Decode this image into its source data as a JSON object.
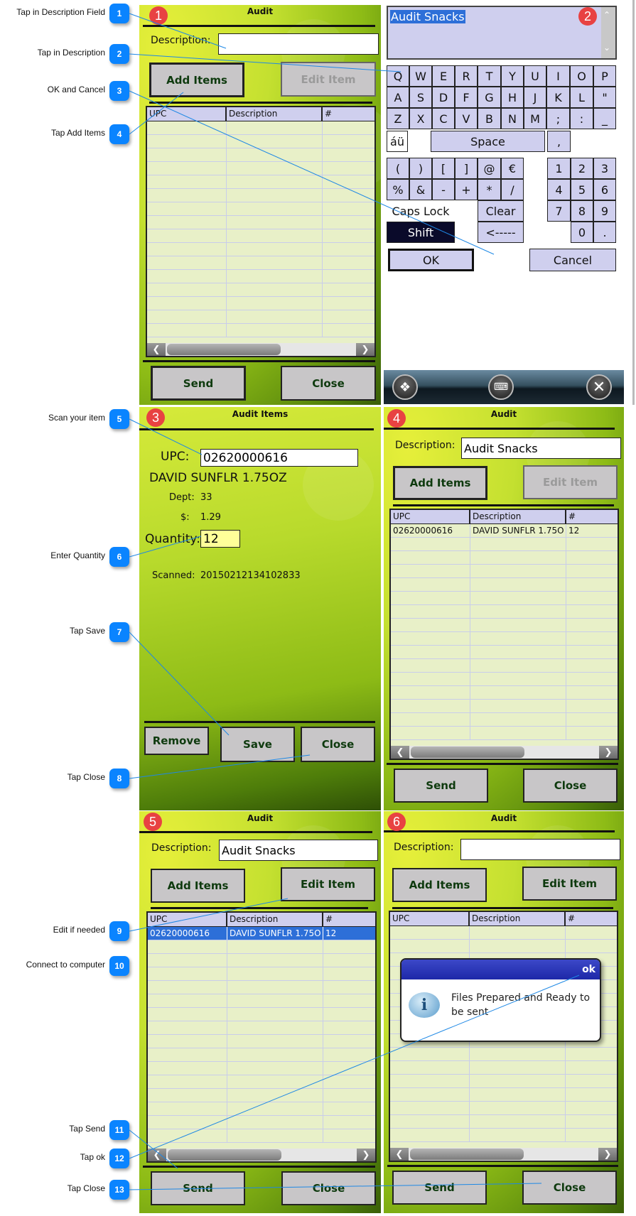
{
  "callouts": [
    {
      "n": "1",
      "label": "Tap in Description Field"
    },
    {
      "n": "2",
      "label": "Tap in Description"
    },
    {
      "n": "3",
      "label": "OK and Cancel"
    },
    {
      "n": "4",
      "label": "Tap Add Items"
    },
    {
      "n": "5",
      "label": "Scan your item"
    },
    {
      "n": "6",
      "label": "Enter Quantity"
    },
    {
      "n": "7",
      "label": "Tap Save"
    },
    {
      "n": "8",
      "label": "Tap Close"
    },
    {
      "n": "9",
      "label": "Edit if needed"
    },
    {
      "n": "10",
      "label": "Connect to computer"
    },
    {
      "n": "11",
      "label": "Tap Send"
    },
    {
      "n": "12",
      "label": "Tap ok"
    },
    {
      "n": "13",
      "label": "Tap Close"
    }
  ],
  "steps": [
    "1",
    "2",
    "3",
    "4",
    "5",
    "6"
  ],
  "audit_screen": {
    "title": "Audit",
    "description_label": "Description:",
    "add_items": "Add Items",
    "edit_item": "Edit Item",
    "send": "Send",
    "close": "Close",
    "columns": [
      "UPC",
      "Description",
      "#"
    ]
  },
  "screen1": {
    "description_value": ""
  },
  "screen4": {
    "description_value": "Audit Snacks",
    "rows": [
      [
        "02620000616",
        "DAVID SUNFLR 1.75O",
        "12"
      ]
    ]
  },
  "screen5": {
    "description_value": "Audit Snacks",
    "rows": [
      [
        "02620000616",
        "DAVID SUNFLR 1.75O",
        "12"
      ]
    ],
    "selected_row": 0
  },
  "screen6": {
    "description_value": ""
  },
  "keyboard": {
    "text_value": "Audit Snacks",
    "row1": [
      "Q",
      "W",
      "E",
      "R",
      "T",
      "Y",
      "U",
      "I",
      "O",
      "P"
    ],
    "row2": [
      "A",
      "S",
      "D",
      "F",
      "G",
      "H",
      "J",
      "K",
      "L",
      "\""
    ],
    "row3": [
      "Z",
      "X",
      "C",
      "V",
      "B",
      "N",
      "M",
      ";",
      ":",
      "_"
    ],
    "accents": "áü",
    "space": "Space",
    "comma": ",",
    "sym1": [
      "(",
      ")",
      "[",
      "]",
      "@",
      "€"
    ],
    "sym2": [
      "%",
      "&",
      "-",
      "+",
      "*",
      "/"
    ],
    "num": [
      "1",
      "2",
      "3",
      "4",
      "5",
      "6",
      "7",
      "8",
      "9",
      "0",
      "."
    ],
    "caps_lock": "Caps Lock",
    "shift": "Shift",
    "clear": "Clear",
    "backspace": "<-----",
    "ok": "OK",
    "cancel": "Cancel"
  },
  "items_screen": {
    "title": "Audit Items",
    "upc_label": "UPC:",
    "upc_value": "02620000616",
    "product_name": "DAVID SUNFLR 1.75OZ",
    "dept_label": "Dept:",
    "dept_value": "33",
    "price_label": "$:",
    "price_value": "1.29",
    "quantity_label": "Quantity:",
    "quantity_value": "12",
    "scanned_label": "Scanned:",
    "scanned_value": "20150212134102833",
    "remove": "Remove",
    "save": "Save",
    "close": "Close"
  },
  "dialog": {
    "ok": "ok",
    "message": "Files Prepared and Ready to be sent"
  },
  "colors": {
    "callout_badge": "#0a84ff",
    "step_badge": "#e84242",
    "grid_header": "#cfcfee",
    "selection": "#2d6fd8",
    "button_text": "#0e3a0e"
  }
}
